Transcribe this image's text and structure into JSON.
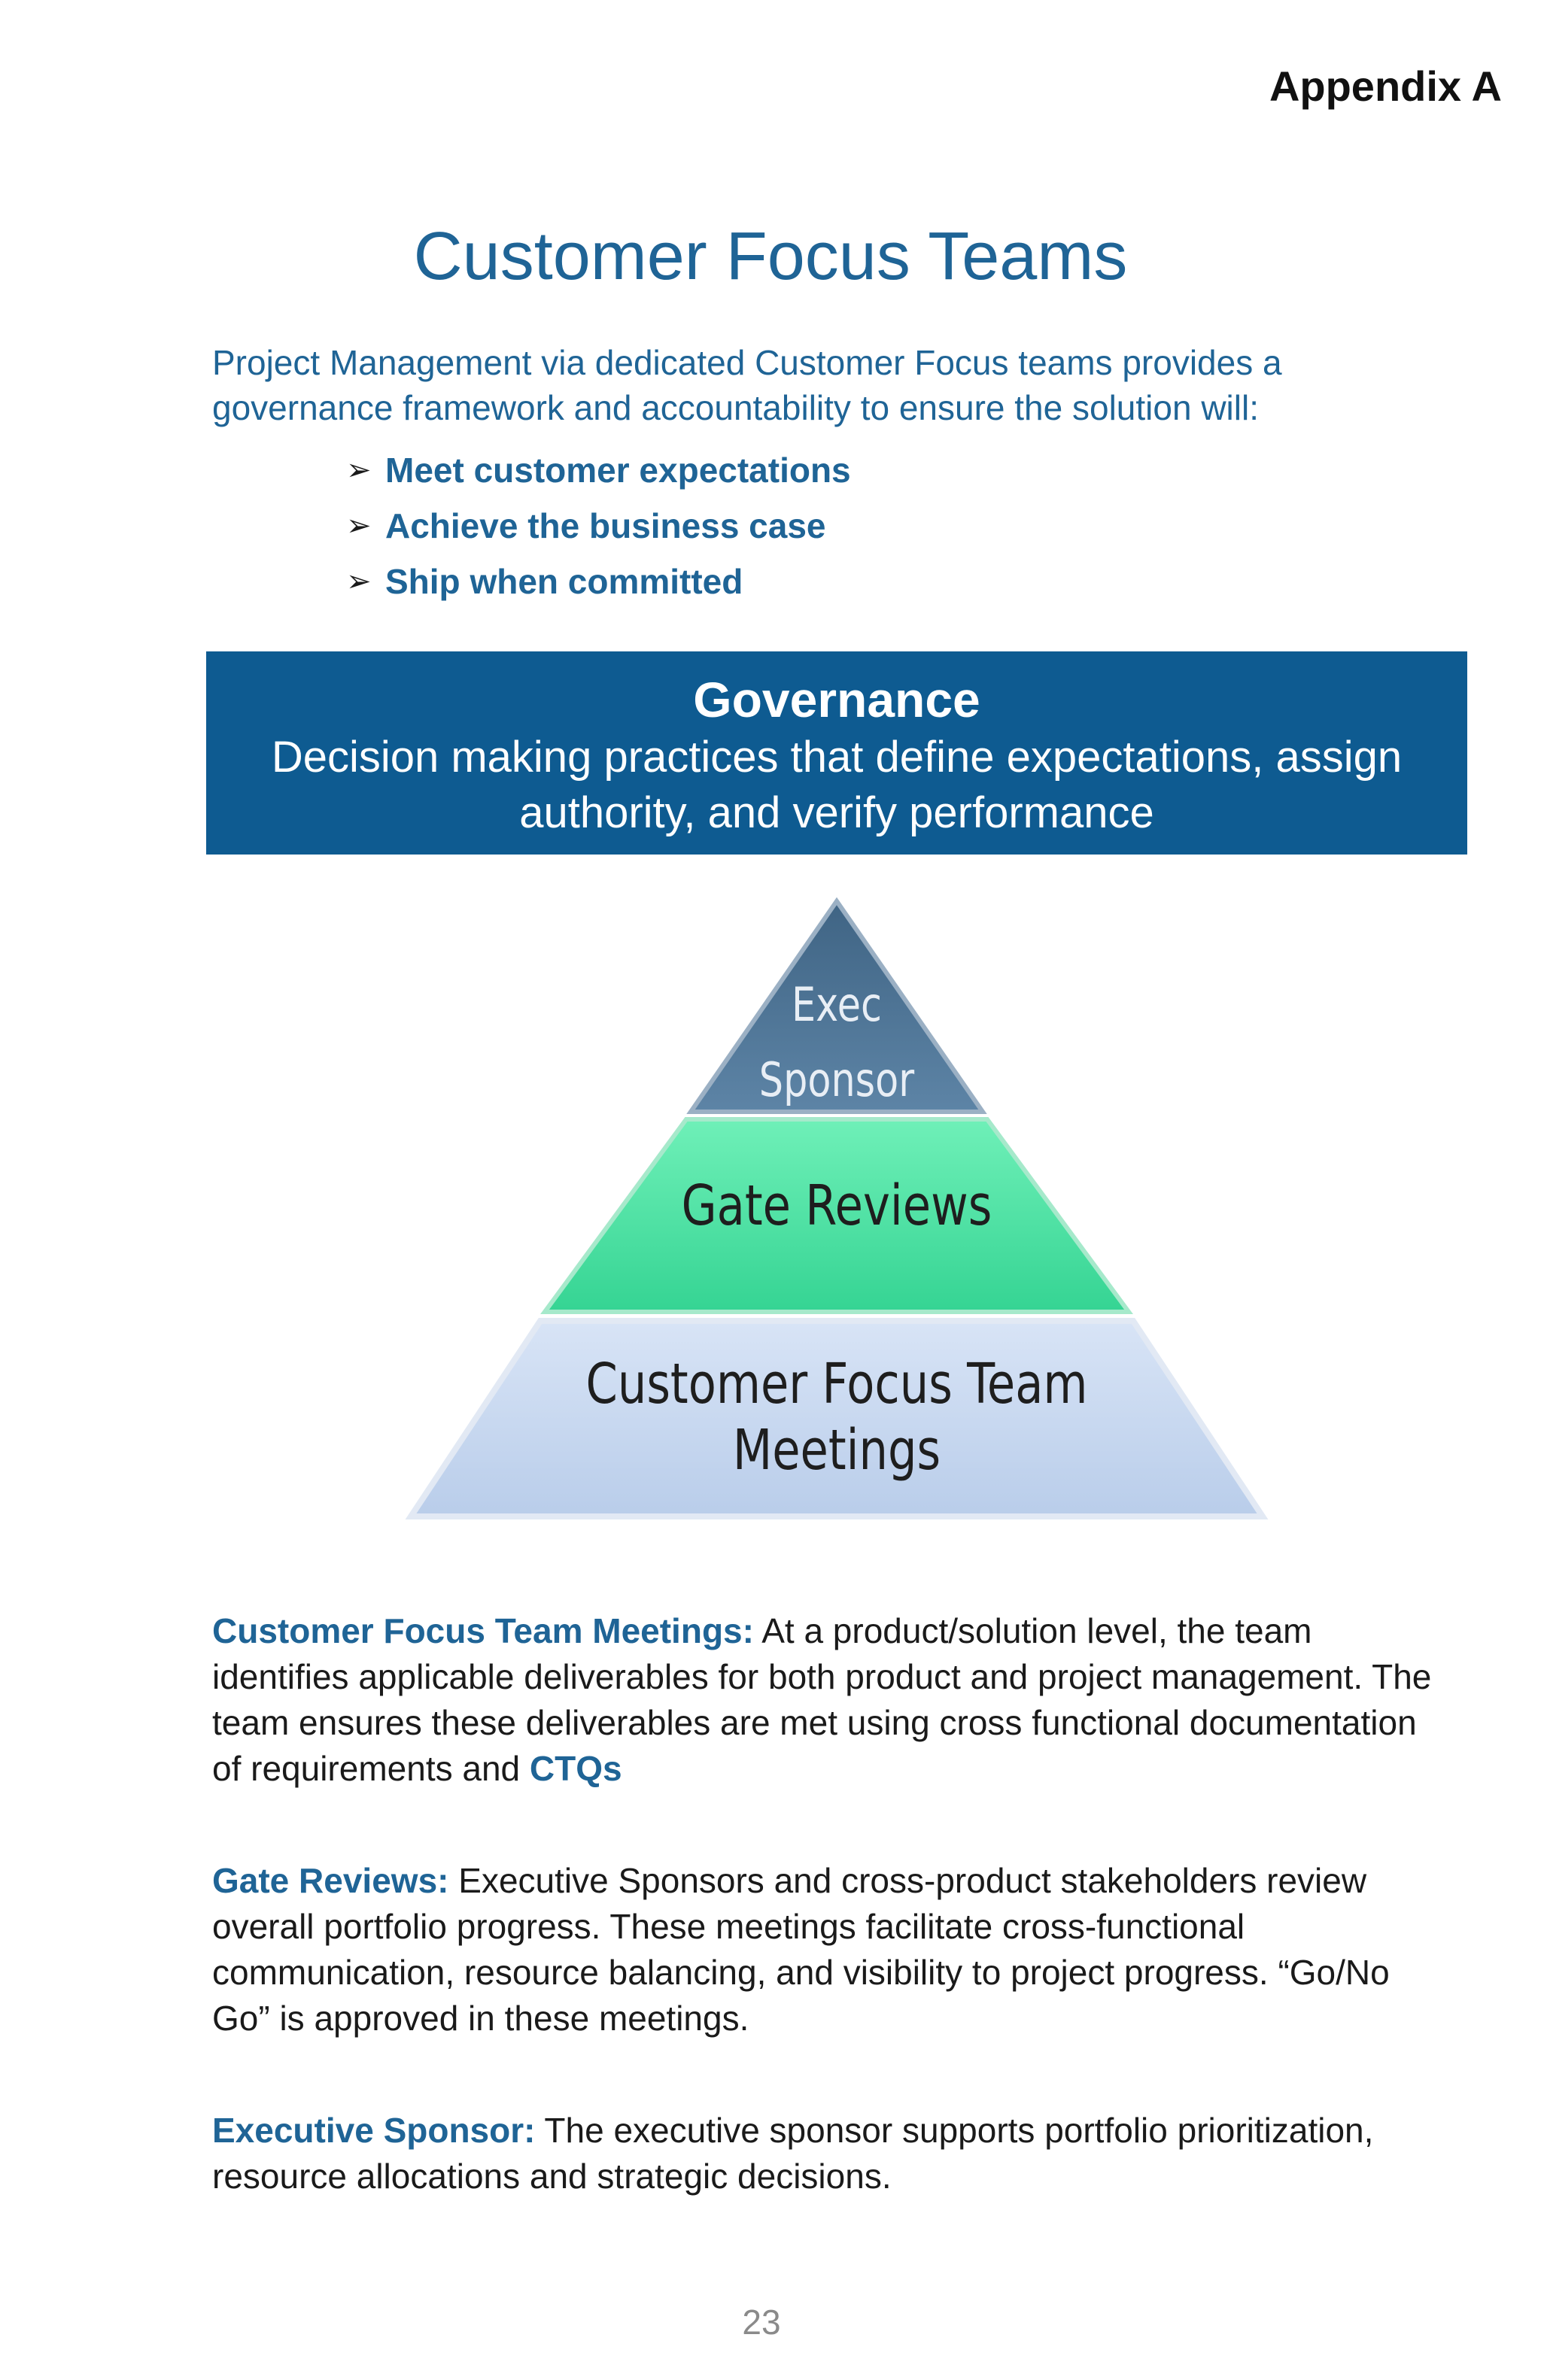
{
  "header": {
    "appendix": "Appendix A"
  },
  "title": "Customer Focus Teams",
  "intro": "Project Management via dedicated  Customer Focus teams provides a governance framework and accountability to ensure the solution will:",
  "bullets": [
    "Meet customer expectations",
    "Achieve the business case",
    "Ship when committed"
  ],
  "governance": {
    "title": "Governance",
    "description": "Decision making practices that define expectations, assign authority, and verify performance"
  },
  "pyramid": {
    "tiers": [
      {
        "line1": "Exec",
        "line2": "Sponsor",
        "color": "#4a6f8e"
      },
      {
        "label": "Gate Reviews",
        "color": "#4ee3a2"
      },
      {
        "line1": "Customer Focus Team",
        "line2": "Meetings",
        "color": "#c7d8f2"
      }
    ]
  },
  "sections": [
    {
      "lead": "Customer Focus Team Meetings:",
      "text": " At a product/solution level,  the team identifies applicable deliverables for both product and project management. The team ensures these deliverables are met using cross functional documentation of requirements and ",
      "highlight": "CTQs"
    },
    {
      "lead": "Gate Reviews:",
      "text": " Executive Sponsors and cross-product stakeholders review overall portfolio progress. These meetings facilitate cross-functional communication, resource balancing, and visibility to project progress. “Go/No Go” is approved in these meetings."
    },
    {
      "lead": "Executive Sponsor:",
      "text": " The executive sponsor supports portfolio prioritization, resource allocations and strategic decisions."
    }
  ],
  "page_number": "23",
  "colors": {
    "accent": "#1f6496",
    "governance_bg": "#0e5b91"
  }
}
